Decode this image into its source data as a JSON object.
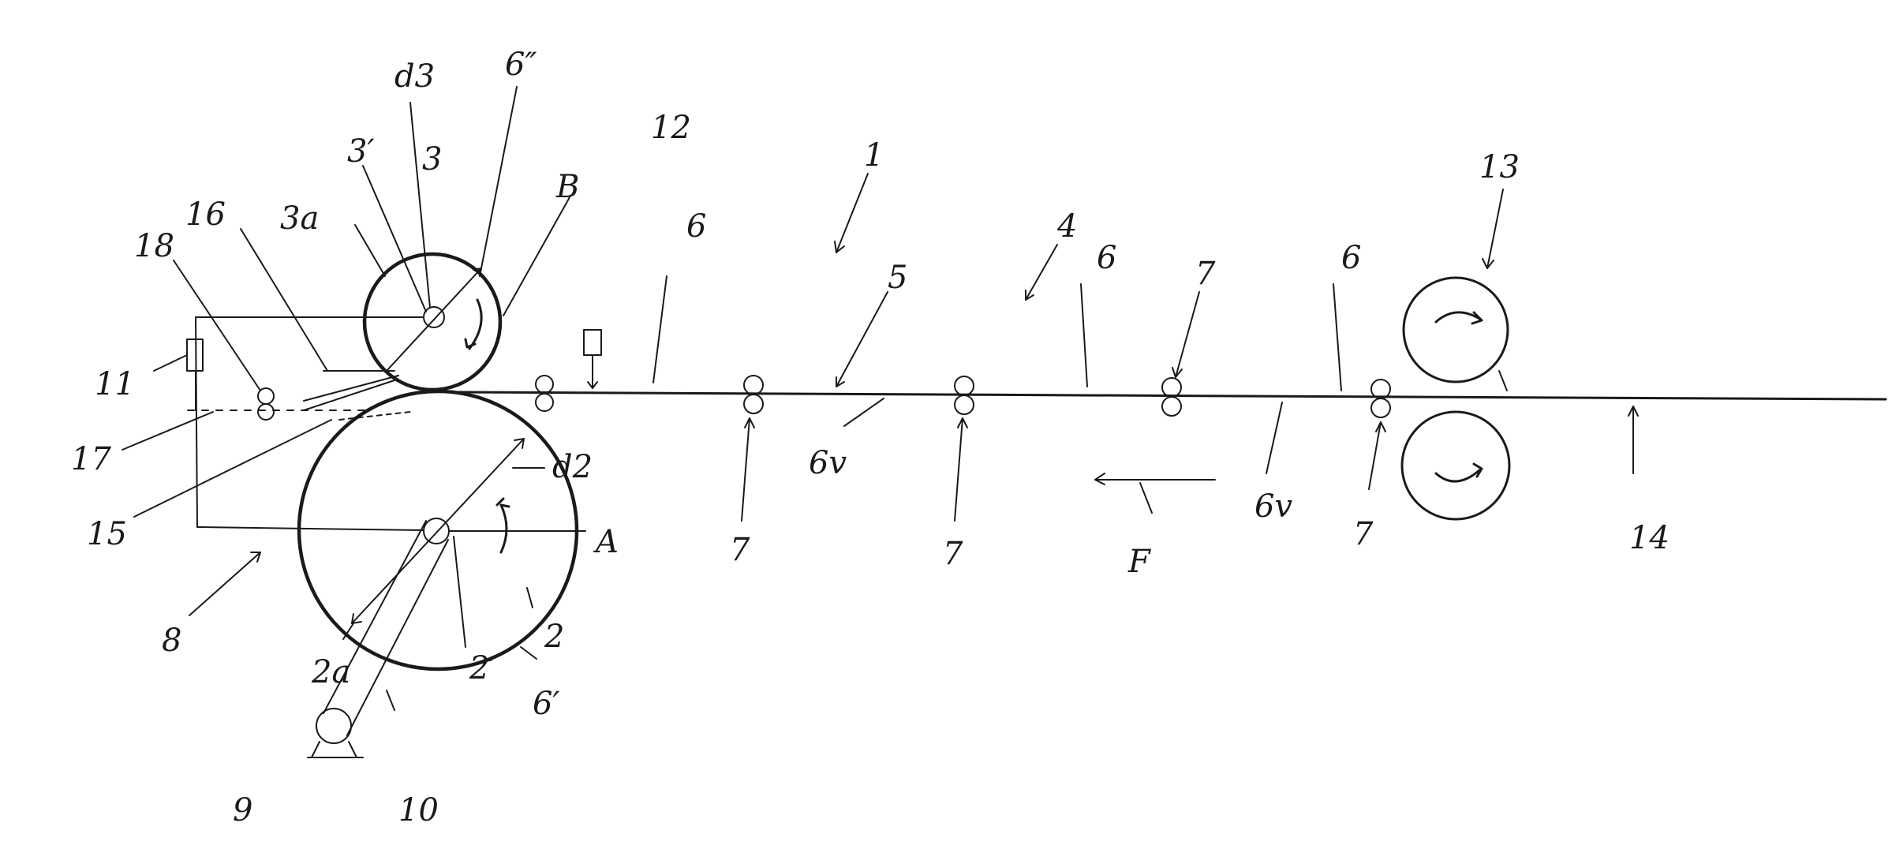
{
  "labels": {
    "d3": "d3",
    "six_dbl_prime": "6″",
    "three_prime": "3′",
    "three": "3",
    "three_a": "3a",
    "b": "B",
    "twelve": "12",
    "one": "1",
    "six_a": "6",
    "four": "4",
    "six_b": "6",
    "seven_top": "7",
    "six_c": "6",
    "thirteen": "13",
    "sixteen": "16",
    "eighteen": "18",
    "five": "5",
    "eleven": "11",
    "seventeen": "17",
    "fifteen": "15",
    "six_v_a": "6v",
    "d2": "d2",
    "a": "A",
    "seven_a": "7",
    "seven_b": "7",
    "seven_c": "7",
    "f": "F",
    "six_v_b": "6v",
    "fourteen": "14",
    "eight": "8",
    "two_a": "2a",
    "two": "2",
    "two_prime": "2′",
    "six_prime": "6′",
    "nine": "9",
    "ten": "10"
  }
}
